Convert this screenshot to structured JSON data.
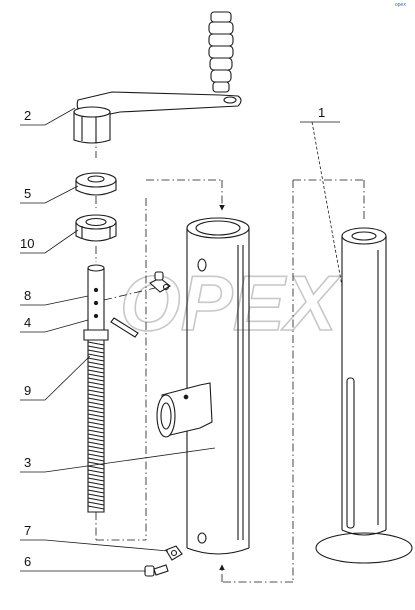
{
  "diagram": {
    "watermark_text": "OPEX",
    "corner_mark": "opex",
    "callouts": [
      {
        "id": "c1",
        "label": "1"
      },
      {
        "id": "c2",
        "label": "2"
      },
      {
        "id": "c3",
        "label": "3"
      },
      {
        "id": "c4",
        "label": "4"
      },
      {
        "id": "c5",
        "label": "5"
      },
      {
        "id": "c6",
        "label": "6"
      },
      {
        "id": "c7",
        "label": "7"
      },
      {
        "id": "c8",
        "label": "8"
      },
      {
        "id": "c9",
        "label": "9"
      },
      {
        "id": "c10",
        "label": "10"
      }
    ],
    "colors": {
      "line": "#1a1a1a",
      "watermark": "#c8c8c8",
      "background": "#ffffff"
    }
  }
}
